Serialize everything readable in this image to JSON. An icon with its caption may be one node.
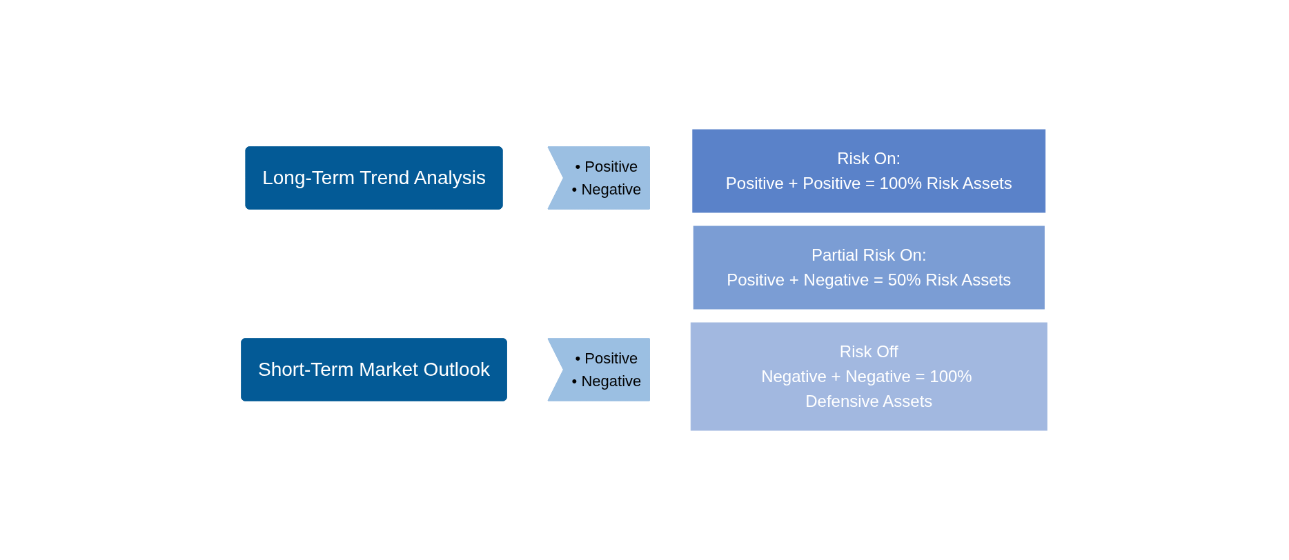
{
  "diagram": {
    "nodes": [
      {
        "text": [
          "Long-Term Trend Analysis"
        ]
      },
      {
        "text": [
          "• Positive",
          "• Negative"
        ]
      },
      {
        "text": [
          "Short-Term Market Outlook"
        ]
      },
      {
        "text": [
          "• Positive",
          "• Negative"
        ]
      },
      {
        "text": [
          "Risk On:",
          "Positive + Positive = 100% Risk Assets"
        ]
      },
      {
        "text": [
          "Partial Risk On:",
          "Positive + Negative = 50% Risk Assets"
        ]
      },
      {
        "text": [
          "Risk Off",
          "Negative + Negative = 100% Defensive Assets"
        ]
      }
    ],
    "edges": []
  }
}
